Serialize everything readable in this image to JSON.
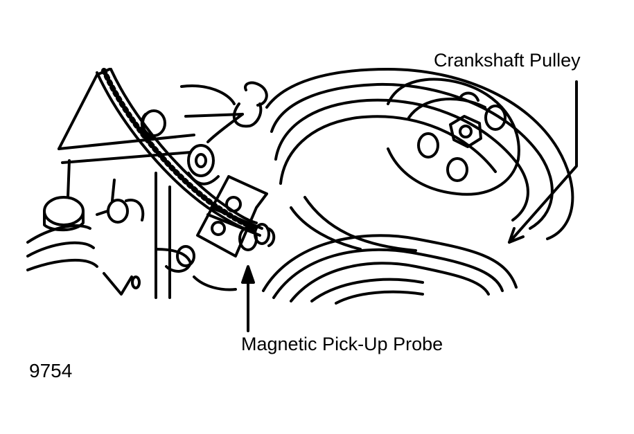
{
  "labels": {
    "crankshaft_pulley": "Crankshaft Pulley",
    "magnetic_probe": "Magnetic Pick-Up Probe",
    "figure_number": "9754"
  },
  "colors": {
    "ink": "#000000",
    "paper": "#ffffff"
  }
}
